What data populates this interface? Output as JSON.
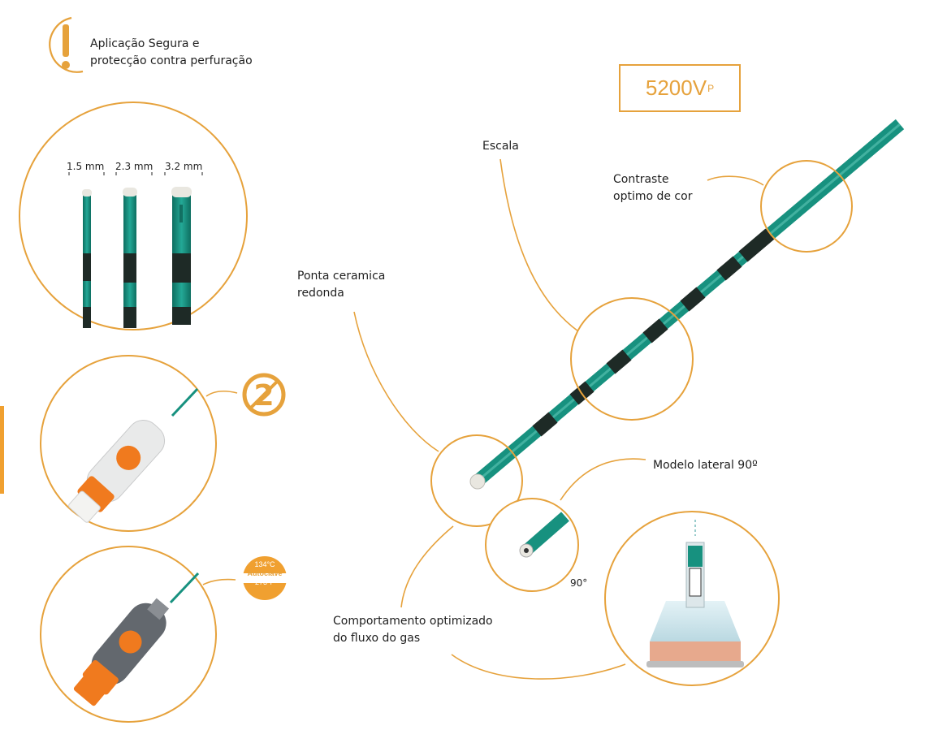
{
  "colors": {
    "accent": "#E6A23C",
    "probe_teal": "#17917F",
    "probe_dark": "#1E2A26",
    "connector_orange": "#F07A1E",
    "connector_grey": "#6E7278"
  },
  "safety": {
    "icon": "exclamation-icon",
    "line1": "Aplicação Segura e",
    "line2": "protecção contra perfuração"
  },
  "voltage": {
    "value": "5200V",
    "subscript": "P"
  },
  "sizes": [
    "1.5 mm",
    "2.3 mm",
    "3.2 mm"
  ],
  "badges": {
    "single_use_icon": "do-not-reuse-2-icon",
    "autoclave": {
      "top": "134°C",
      "middle": "Autoclave",
      "bottom": "273°F"
    }
  },
  "callouts": {
    "escala": "Escala",
    "contraste": {
      "line1": "Contraste",
      "line2": "optimo de cor"
    },
    "ponta": {
      "line1": "Ponta ceramica",
      "line2": "redonda"
    },
    "lateral": "Modelo lateral 90º",
    "angle": "90°",
    "fluxo": {
      "line1": "Comportamento optimizado",
      "line2": "do fluxo do gas"
    }
  }
}
